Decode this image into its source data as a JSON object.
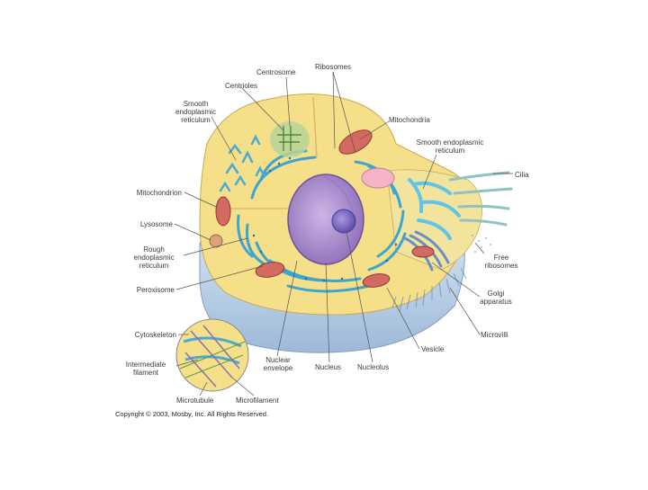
{
  "labels": {
    "centrosome": "Centrosome",
    "ribosomes": "Ribosomes",
    "centrioles": "Centrioles",
    "smooth_er_left": "Smooth\nendoplasmic\nreticulum",
    "mitochondria": "Mitochondria",
    "smooth_er_right": "Smooth endoplasmic\nreticulum",
    "cilia": "Cilia",
    "mitochondrion": "Mitochondrion",
    "lysosome": "Lysosome",
    "rough_er": "Rough\nendoplasmic\nreticulum",
    "free_ribosomes": "Free\nribosomes",
    "peroxisome": "Peroxisome",
    "golgi": "Golgi\napparatus",
    "cytoskeleton": "Cytoskeleton",
    "microvilli": "Microvilli",
    "vesicle": "Vesicle",
    "intermediate_filament": "Intermediate\nfilament",
    "nuclear_envelope": "Nuclear\nenvelope",
    "nucleus": "Nucleus",
    "nucleolus": "Nucleolus",
    "microtubule": "Microtubule",
    "microfilament": "Microfilament"
  },
  "copyright": "Copyright © 2003, Mosby, Inc. All Rights Reserved.",
  "colors": {
    "cytoplasm": "#f5e089",
    "cell_body": "#b9cfe6",
    "nucleus": "#b79ad3",
    "nucleolus": "#7e6bc4",
    "er": "#57b8dd",
    "mitochondria": "#d26a62",
    "leader_line": "#555555"
  }
}
